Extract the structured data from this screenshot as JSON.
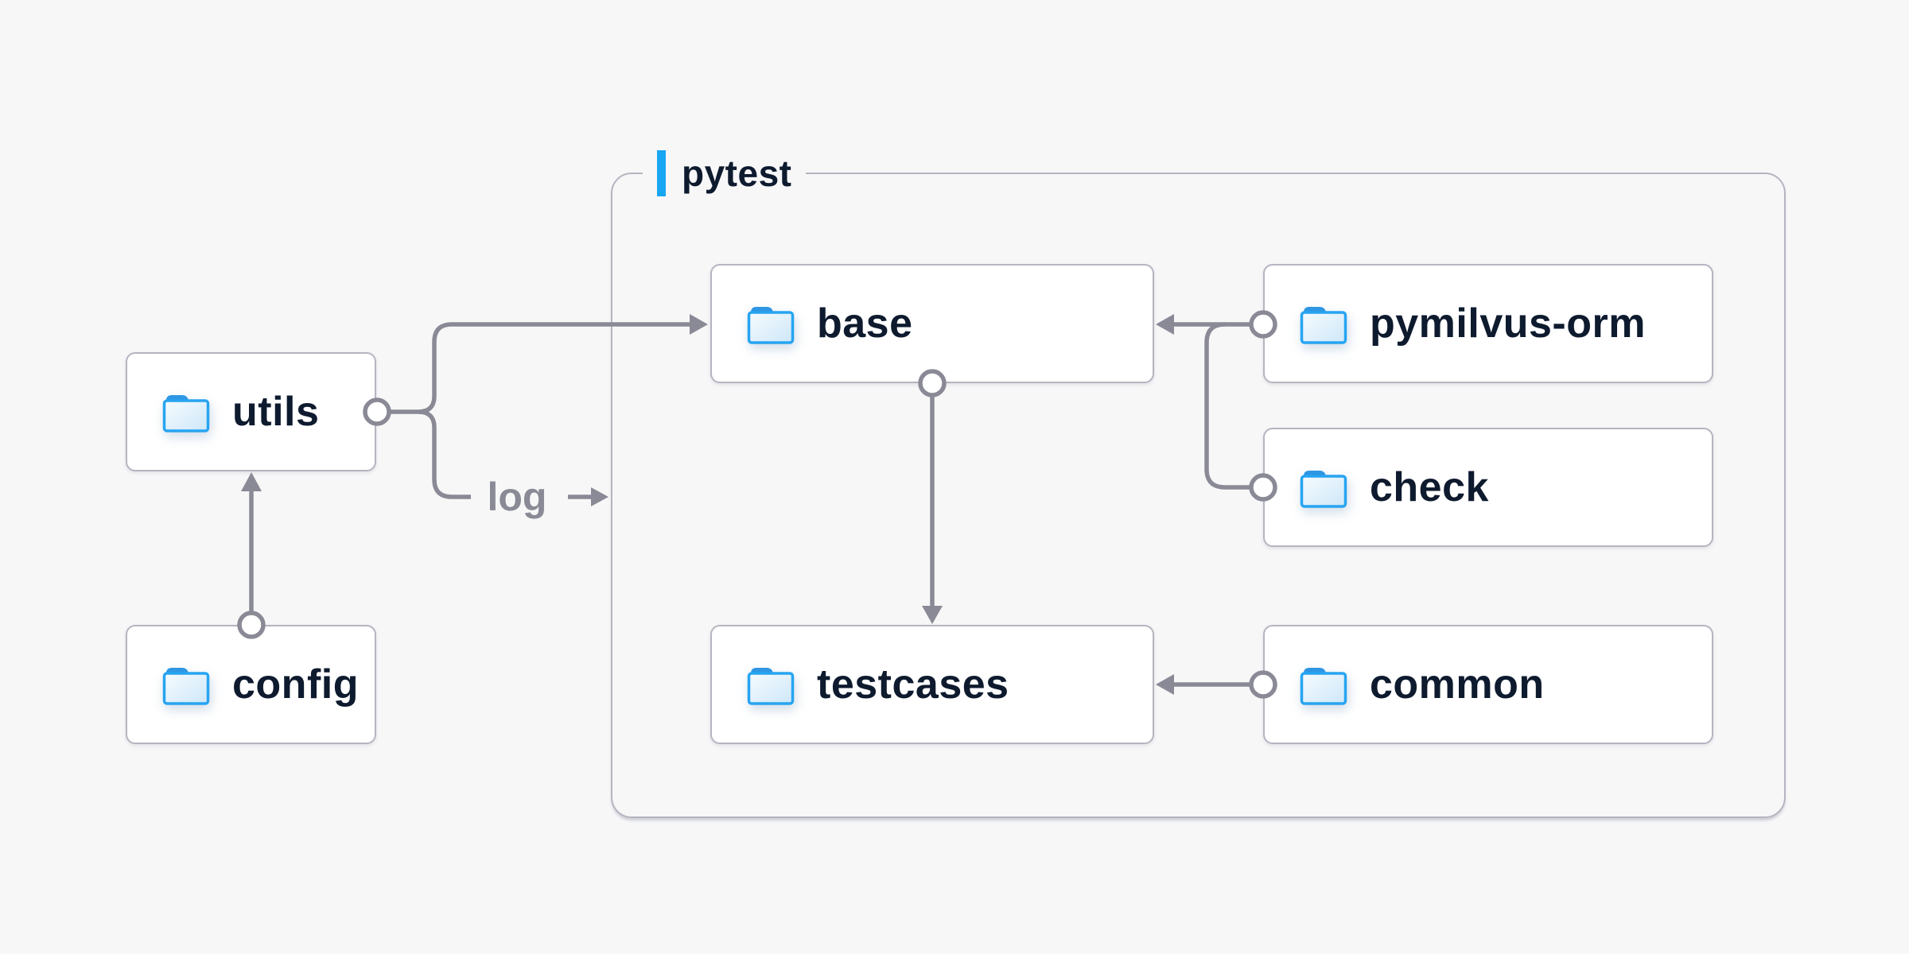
{
  "container": {
    "label": "pytest"
  },
  "nodes": {
    "utils": {
      "label": "utils"
    },
    "config": {
      "label": "config"
    },
    "base": {
      "label": "base"
    },
    "pymilvus_orm": {
      "label": "pymilvus-orm"
    },
    "check": {
      "label": "check"
    },
    "testcases": {
      "label": "testcases"
    },
    "common": {
      "label": "common"
    }
  },
  "edge_labels": {
    "utils_log": "log"
  },
  "edges": [
    {
      "from": "config",
      "to": "utils"
    },
    {
      "from": "utils",
      "to": "base"
    },
    {
      "from": "utils",
      "to": "log",
      "label": "log"
    },
    {
      "from": "pymilvus-orm",
      "to": "base"
    },
    {
      "from": "check",
      "to": "base"
    },
    {
      "from": "base",
      "to": "testcases"
    },
    {
      "from": "common",
      "to": "testcases"
    }
  ],
  "colors": {
    "background": "#f7f7f8",
    "accent_blue": "#18a6f2",
    "connector_gray": "#8a8a96",
    "border_gray": "#b5b5c1",
    "text_navy": "#0e1a2e",
    "folder_blue": "#27a4f1"
  }
}
